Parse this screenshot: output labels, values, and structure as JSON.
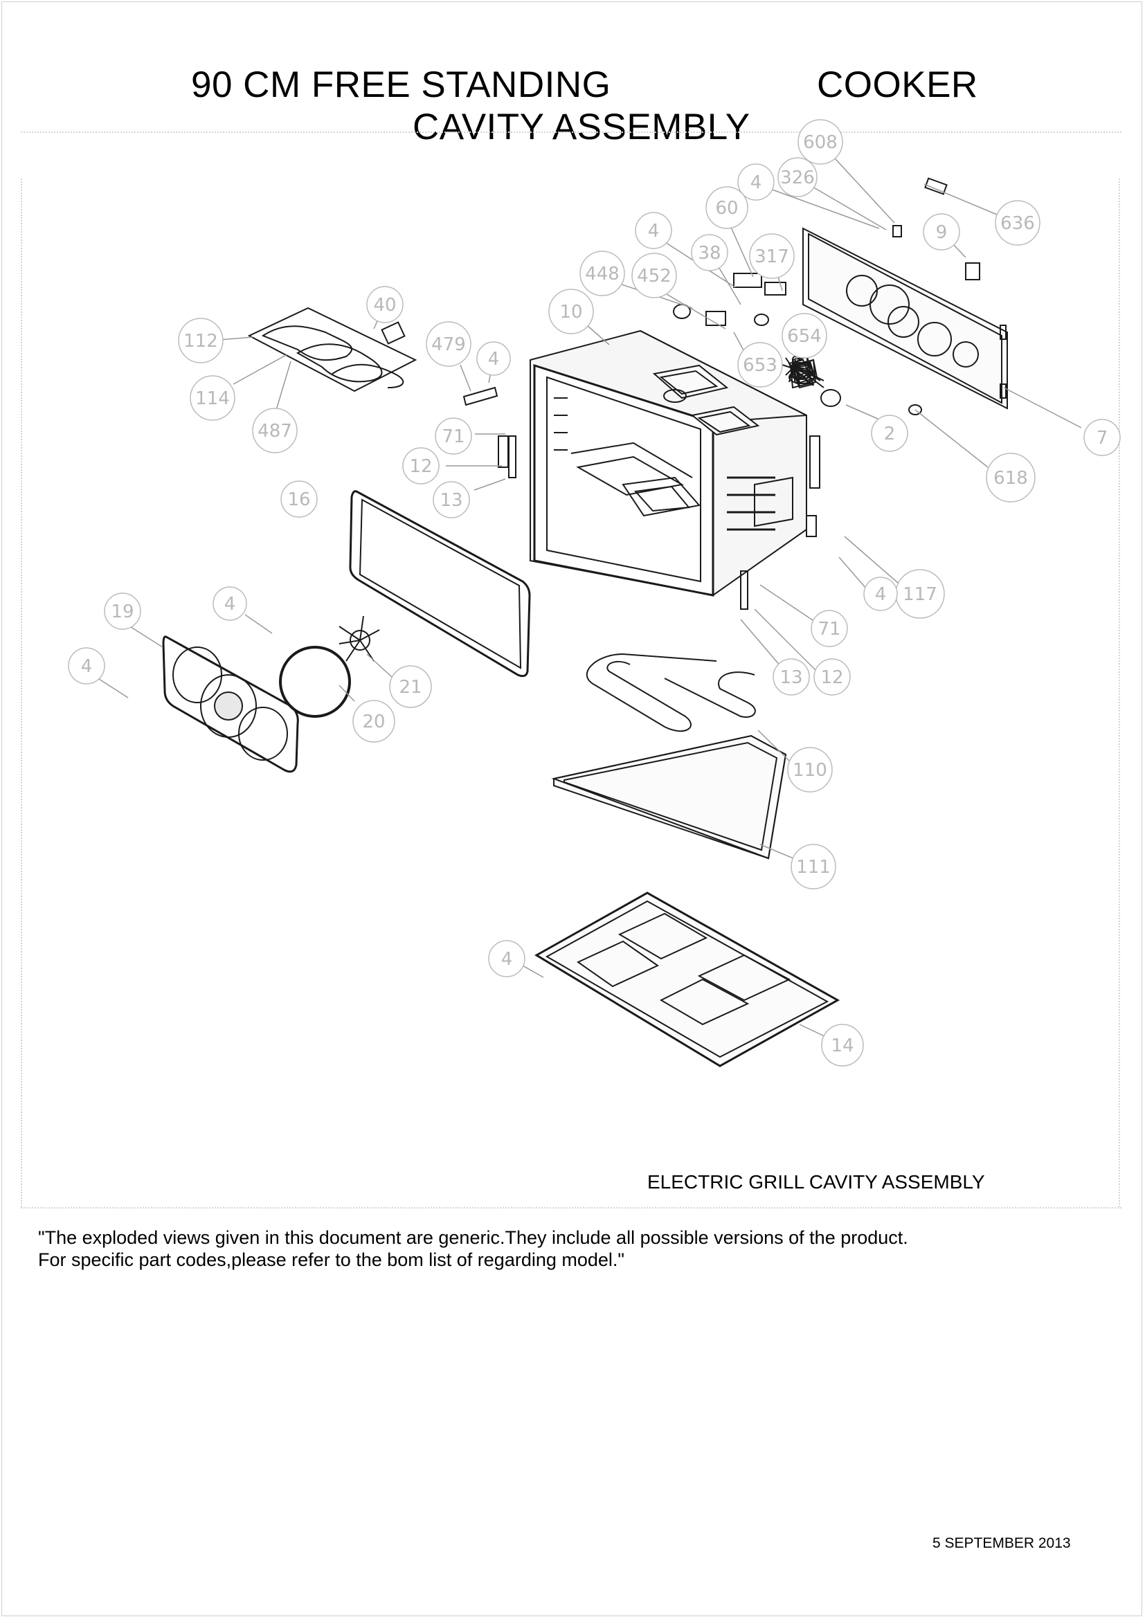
{
  "header": {
    "title_line1": "90 CM FREE STANDING",
    "title_right": "COOKER",
    "title_line2": "CAVITY ASSEMBLY"
  },
  "diagram": {
    "caption": "ELECTRIC GRILL CAVITY ASSEMBLY",
    "callouts": [
      "608",
      "326",
      "4",
      "636",
      "60",
      "9",
      "4",
      "38",
      "317",
      "448",
      "452",
      "10",
      "654",
      "40",
      "112",
      "479",
      "4",
      "653",
      "114",
      "487",
      "71",
      "2",
      "7",
      "12",
      "13",
      "618",
      "16",
      "117",
      "4",
      "19",
      "4",
      "71",
      "4",
      "21",
      "13",
      "12",
      "20",
      "110",
      "111",
      "4",
      "14"
    ]
  },
  "footer": {
    "note_line1": "\"The exploded views given in this document are generic.They include all  possible versions of the product.",
    "note_line2": "For specific part codes,please refer to the bom list of regarding model.\"",
    "date": "5 SEPTEMBER 2013"
  }
}
